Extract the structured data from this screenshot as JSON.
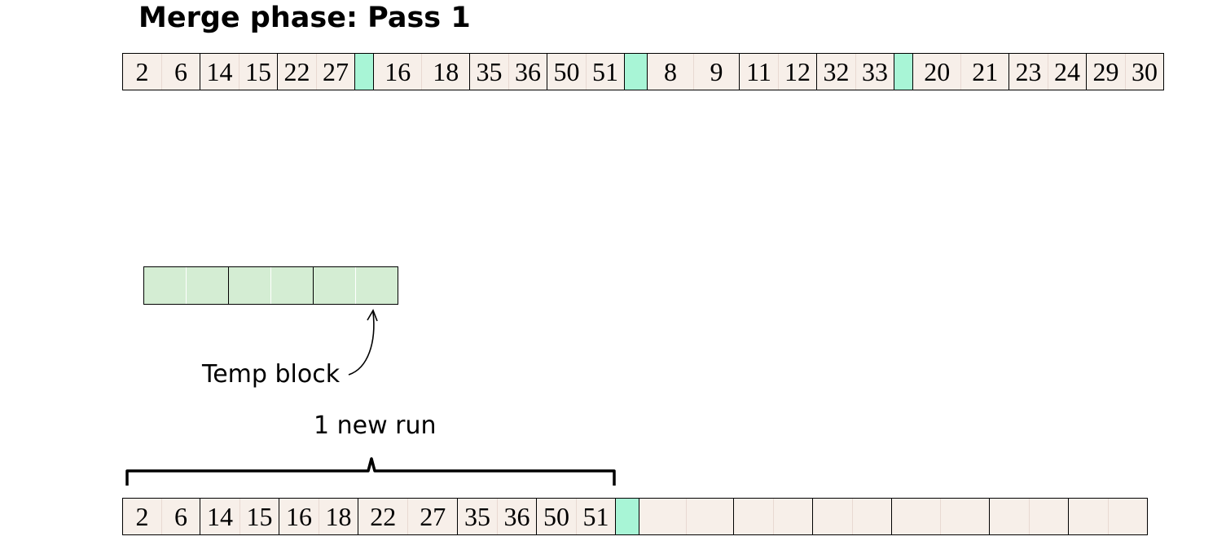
{
  "title": "Merge phase: Pass 1",
  "colors": {
    "cell_fill": "#f7efe9",
    "separator_fill": "#a8f5d6",
    "temp_fill": "#d4edd3",
    "border": "#000000"
  },
  "input_runs": [
    [
      [
        "2",
        "6"
      ],
      [
        "14",
        "15"
      ],
      [
        "22",
        "27"
      ]
    ],
    [
      [
        "16",
        "18"
      ],
      [
        "35",
        "36"
      ],
      [
        "50",
        "51"
      ]
    ],
    [
      [
        "8",
        "9"
      ],
      [
        "11",
        "12"
      ],
      [
        "32",
        "33"
      ]
    ],
    [
      [
        "20",
        "21"
      ],
      [
        "23",
        "24"
      ],
      [
        "29",
        "30"
      ]
    ]
  ],
  "temp_block": {
    "label": "Temp block",
    "blocks": [
      [
        "",
        ""
      ],
      [
        "",
        ""
      ],
      [
        "",
        ""
      ]
    ]
  },
  "output": {
    "brace_label": "1 new run",
    "run": [
      [
        "2",
        "6"
      ],
      [
        "14",
        "15"
      ],
      [
        "16",
        "18"
      ],
      [
        "22",
        "27"
      ],
      [
        "35",
        "36"
      ],
      [
        "50",
        "51"
      ]
    ],
    "empty_blocks": [
      [
        "",
        ""
      ],
      [
        "",
        ""
      ],
      [
        "",
        ""
      ],
      [
        "",
        ""
      ],
      [
        "",
        ""
      ],
      [
        "",
        ""
      ]
    ]
  }
}
